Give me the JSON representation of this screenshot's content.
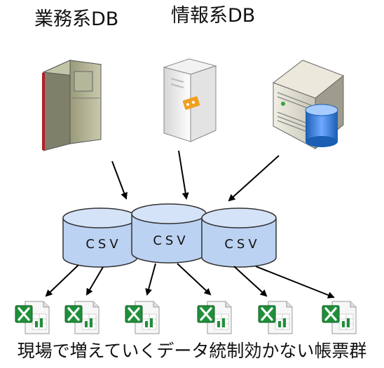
{
  "sources": [
    {
      "label": "業務系DB",
      "icon": "mainframe-server-icon"
    },
    {
      "label": "情報系DB",
      "icon": "tower-server-icon"
    },
    {
      "label": "",
      "icon": "database-server-icon"
    }
  ],
  "csv_files": [
    {
      "label": "CSV"
    },
    {
      "label": "CSV"
    },
    {
      "label": "CSV"
    }
  ],
  "reports": {
    "count": 6,
    "icon": "excel-spreadsheet-icon"
  },
  "caption": "現場で増えていくデータ統制効かない帳票群",
  "colors": {
    "cylinder_fill": "#bcd2f2",
    "cylinder_stroke": "#333333",
    "arrow": "#000000",
    "excel_green": "#1f8f3a"
  }
}
